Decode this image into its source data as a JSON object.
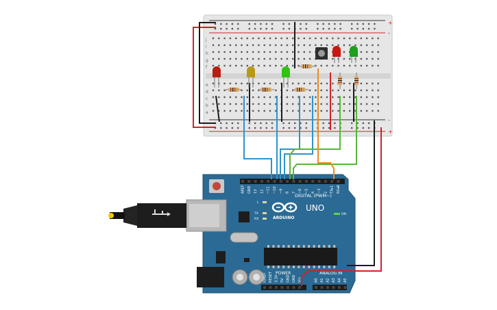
{
  "board": {
    "model": "UNO",
    "brand": "ARDUINO",
    "on_label": "ON",
    "digital_header": "DIGITAL (PWM~)",
    "analog_header": "ANALOG IN",
    "power_header": "POWER",
    "led_labels": {
      "l": "L",
      "tx": "TX",
      "rx": "RX"
    },
    "digital_pins": [
      "AREF",
      "GND",
      "13",
      "12",
      "~11",
      "~10",
      "~9",
      "8",
      "7",
      "~6",
      "~5",
      "4",
      "~3",
      "2",
      "TX▸1",
      "RX◂0"
    ],
    "power_pins": [
      "IOREF",
      "RESET",
      "3.3V",
      "5V",
      "GND",
      "GND",
      "Vin"
    ],
    "analog_pins": [
      "A0",
      "A1",
      "A2",
      "A3",
      "A4",
      "A5"
    ]
  },
  "breadboard": {
    "row_letters_top": [
      "j",
      "i",
      "h",
      "g",
      "f"
    ],
    "row_letters_bottom": [
      "e",
      "d",
      "c",
      "b",
      "a"
    ],
    "plus": "+",
    "minus": "-"
  },
  "components": {
    "leds": [
      {
        "color": "red",
        "hex": "#b81d12"
      },
      {
        "color": "yellow",
        "hex": "#b79a16"
      },
      {
        "color": "green",
        "hex": "#2fc414"
      },
      {
        "color": "red",
        "hex": "#c9160f"
      },
      {
        "color": "green",
        "hex": "#1f9e1f"
      }
    ],
    "button": "pushbutton",
    "resistors": 6
  },
  "colors": {
    "board_blue": "#2b6a94",
    "wire_blue": "#2c93c8",
    "wire_green": "#57b53a",
    "wire_orange": "#ef8a1b",
    "wire_red": "#d61f26",
    "wire_black": "#1b1b1b",
    "breadboard": "#e9e9e9"
  }
}
